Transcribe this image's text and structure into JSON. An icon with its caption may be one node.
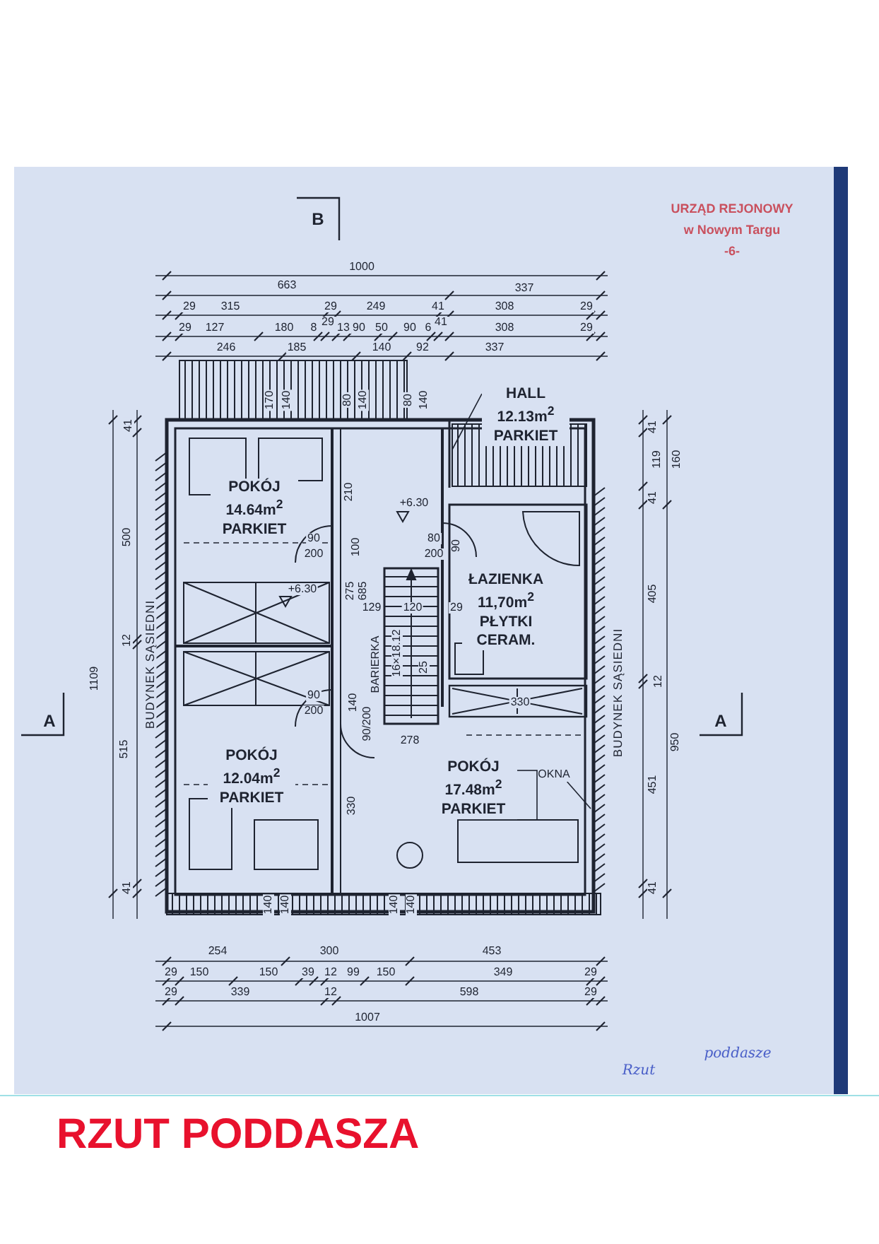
{
  "diagram": {
    "title": "RZUT PODDASZA",
    "nodes": [
      {
        "text": [
          "POKÓJ 14.64m$^{2}$ PARKIET"
        ]
      },
      {
        "text": [
          "POKÓJ 12.04m$^{2}$ PARKIET"
        ]
      },
      {
        "text": [
          "HALL 12.13m$^{2}$ PARKIET"
        ]
      },
      {
        "text": [
          "ŁAZIENKA 11,70m$^{2}$ PŁYTKI CERAM."
        ]
      },
      {
        "text": [
          "POKÓJ 17.48m$^{2}$ PARKIET"
        ]
      },
      {
        "text": [
          "OKNA"
        ]
      }
    ],
    "edges": [
      {
        "from": 2,
        "to": null,
        "arrow": "none"
      },
      {
        "from": 5,
        "to": null,
        "arrow": "none"
      }
    ],
    "labels": [
      "B",
      "1000",
      "663",
      "337",
      "29",
      "315",
      "29",
      "249",
      "41",
      "308",
      "29",
      "29",
      "127",
      "180",
      "8",
      "29",
      "13",
      "90",
      "50",
      "90",
      "6",
      "41",
      "308",
      "29",
      "246",
      "185",
      "140",
      "92",
      "337",
      "170",
      "140",
      "80",
      "140",
      "80",
      "140",
      "41",
      "500",
      "12",
      "515",
      "41",
      "1109",
      "BUDYNEK SĄSIEDNI",
      "A",
      "210",
      "+6.30",
      "90",
      "200",
      "100",
      "80",
      "200",
      "90",
      "+6.30",
      "275",
      "685",
      "129",
      "120",
      "29",
      "BARIERKA",
      "16×18.12",
      "25",
      "90",
      "200",
      "140",
      "90/200",
      "278",
      "330",
      "330",
      "41",
      "119",
      "160",
      "41",
      "405",
      "12",
      "950",
      "451",
      "41",
      "BUDYNEK SĄSIEDNI",
      "A",
      "140",
      "140",
      "140",
      "140",
      "254",
      "300",
      "453",
      "29",
      "150",
      "150",
      "39",
      "12",
      "99",
      "150",
      "349",
      "29",
      "29",
      "339",
      "12",
      "598",
      "29",
      "1007",
      "URZĄD REJONOWY",
      "w Nowym Targu",
      "-6-",
      "Rzut",
      "poddasze"
    ]
  }
}
